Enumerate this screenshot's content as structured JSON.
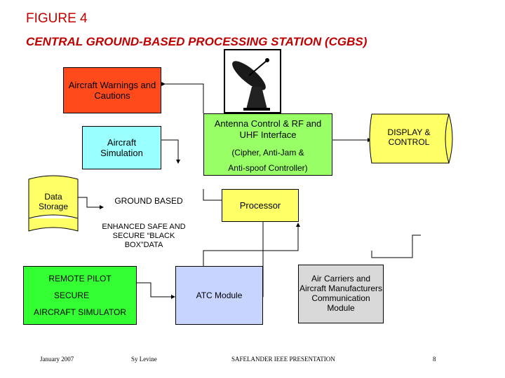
{
  "title": {
    "line1": "FIGURE 4",
    "line2": "CENTRAL GROUND-BASED PROCESSING STATION (CGBS)"
  },
  "boxes": {
    "warnings": "Aircraft Warnings and Cautions",
    "simulation": "Aircraft Simulation",
    "antenna_main": "Antenna Control & RF and UHF Interface",
    "antenna_sub1": "(Cipher, Anti-Jam &",
    "antenna_sub2": "Anti-spoof Controller)",
    "display": "DISPLAY & CONTROL",
    "storage": "Data Storage",
    "ground_based": "GROUND BASED",
    "processor": "Processor",
    "blackbox": "ENHANCED SAFE AND SECURE “BLACK BOX”DATA",
    "remote_line1": "REMOTE PILOT",
    "remote_line2": "SECURE",
    "remote_line3": "AIRCRAFT SIMULATOR",
    "atc": "ATC Module",
    "carriers": "Air Carriers and Aircraft Manufacturers Communication Module"
  },
  "footer": {
    "date": "January 2007",
    "author": "Sy Levine",
    "presentation": "SAFELANDER IEEE PRESENTATION",
    "page": "8"
  },
  "colors": {
    "title": "#c00000",
    "warnings_fill": "#ff4a1c",
    "simulation_fill": "#99ffff",
    "antenna_fill": "#99ff66",
    "display_fill": "#ffff66",
    "storage_fill": "#ffff66",
    "processor_fill": "#ffff66",
    "remote_fill": "#33ff33",
    "atc_fill": "#c6d4ff",
    "carriers_fill": "#d9d9d9"
  },
  "icons": {
    "antenna": "satellite-dish-icon"
  }
}
